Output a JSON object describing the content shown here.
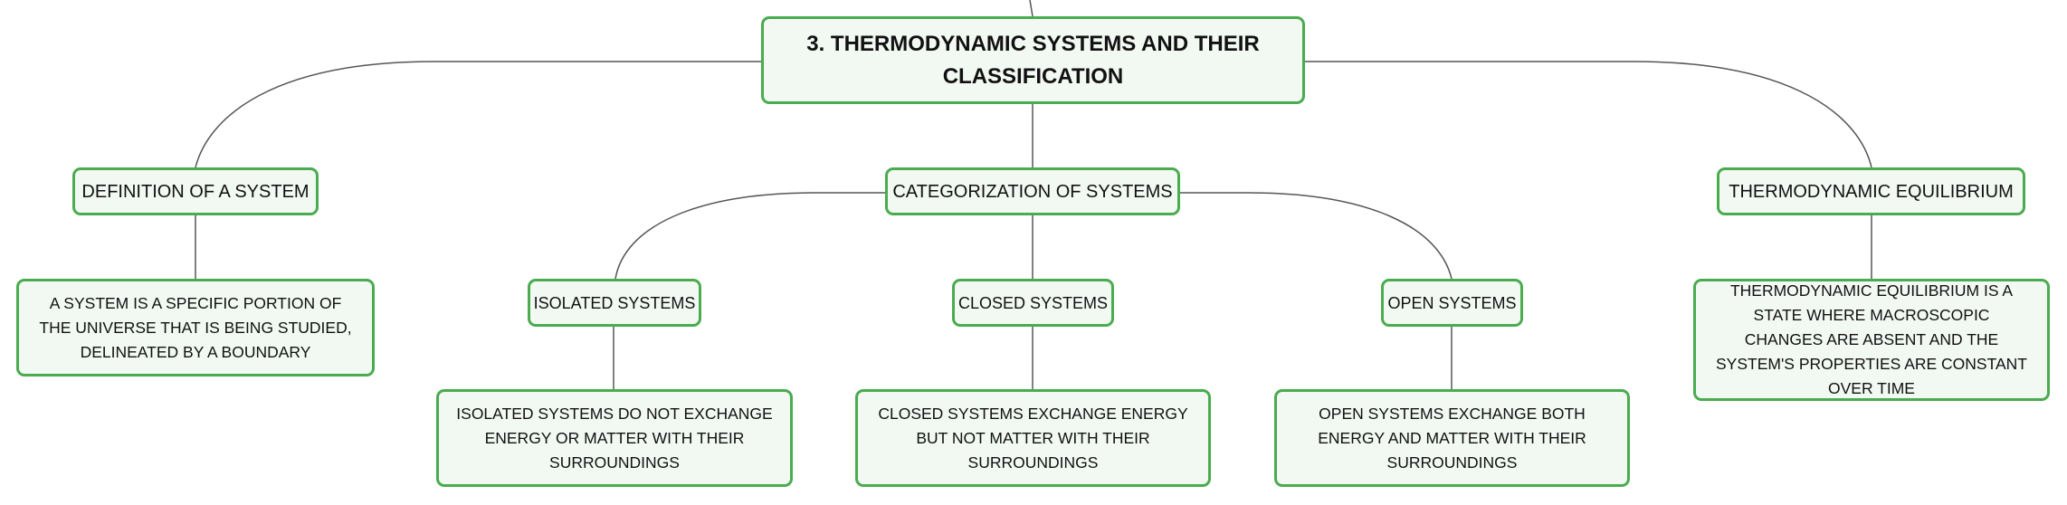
{
  "root": {
    "label": "3. THERMODYNAMIC SYSTEMS AND THEIR CLASSIFICATION"
  },
  "branches": [
    {
      "label": "DEFINITION OF A SYSTEM",
      "detail": "A SYSTEM IS A SPECIFIC PORTION OF THE UNIVERSE THAT IS BEING STUDIED, DELINEATED BY A BOUNDARY"
    },
    {
      "label": "CATEGORIZATION OF SYSTEMS",
      "children": [
        {
          "label": "ISOLATED SYSTEMS",
          "detail": "ISOLATED SYSTEMS DO NOT EXCHANGE ENERGY OR MATTER WITH THEIR SURROUNDINGS"
        },
        {
          "label": "CLOSED SYSTEMS",
          "detail": "CLOSED SYSTEMS EXCHANGE ENERGY BUT NOT MATTER WITH THEIR SURROUNDINGS"
        },
        {
          "label": "OPEN SYSTEMS",
          "detail": "OPEN SYSTEMS EXCHANGE BOTH ENERGY AND MATTER WITH THEIR SURROUNDINGS"
        }
      ]
    },
    {
      "label": "THERMODYNAMIC EQUILIBRIUM",
      "detail": "THERMODYNAMIC EQUILIBRIUM IS A STATE WHERE MACROSCOPIC CHANGES ARE ABSENT AND THE SYSTEM'S PROPERTIES ARE CONSTANT OVER TIME"
    }
  ],
  "colors": {
    "node_border": "#4aab4f",
    "node_fill": "#f2f9f3",
    "link": "#555555"
  }
}
